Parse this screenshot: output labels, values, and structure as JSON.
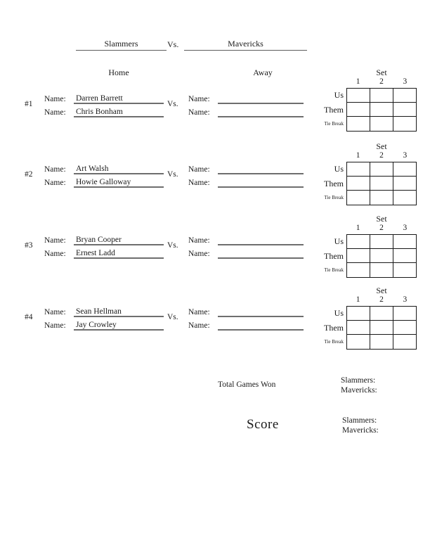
{
  "header": {
    "home_team": "Slammers",
    "vs_label": "Vs.",
    "away_team": "Mavericks"
  },
  "columns": {
    "home_label": "Home",
    "away_label": "Away"
  },
  "labels": {
    "name": "Name:",
    "vs": "Vs."
  },
  "matches": [
    {
      "number": "#1",
      "home": [
        "Darren Barrett",
        "Chris Bonham"
      ],
      "away": [
        "",
        ""
      ]
    },
    {
      "number": "#2",
      "home": [
        "Art Walsh",
        "Howie Galloway"
      ],
      "away": [
        "",
        ""
      ]
    },
    {
      "number": "#3",
      "home": [
        "Bryan Cooper",
        "Ernest Ladd"
      ],
      "away": [
        "",
        ""
      ]
    },
    {
      "number": "#4",
      "home": [
        "Sean Hellman",
        "Jay Crowley"
      ],
      "away": [
        "",
        ""
      ]
    }
  ],
  "set_grid": {
    "title": "Set",
    "columns": [
      "1",
      "2",
      "3"
    ],
    "rows": [
      "Us",
      "Them",
      "Tie Break"
    ],
    "cells": [
      [
        "",
        "",
        ""
      ],
      [
        "",
        "",
        ""
      ],
      [
        "",
        "",
        ""
      ]
    ]
  },
  "totals": {
    "total_games_won_label": "Total Games Won",
    "score_label": "Score",
    "slammers_label": "Slammers:",
    "mavericks_label": "Mavericks:",
    "total_games_won_slammers": "",
    "total_games_won_mavericks": "",
    "score_slammers": "",
    "score_mavericks": ""
  },
  "colors": {
    "page_background": "#ffffff",
    "text": "#1a1a1a",
    "underline": "#6e6e6e",
    "grid_border": "#181818"
  }
}
